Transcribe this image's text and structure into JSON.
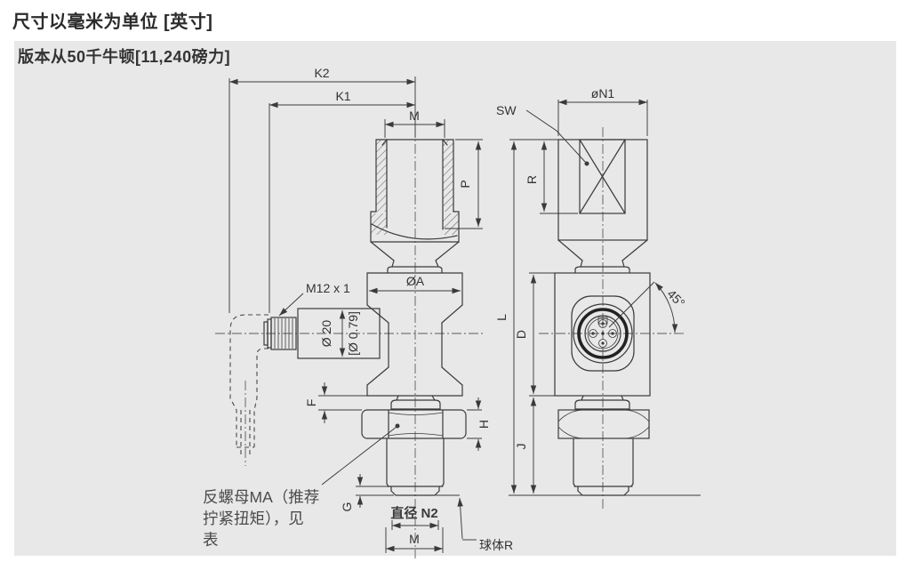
{
  "header": {
    "title": "尺寸以毫米为单位 [英寸]",
    "subtitle": "版本从50千牛顿[11,240磅力]"
  },
  "dims": {
    "k2": "K2",
    "k1": "K1",
    "m_top": "M",
    "sw": "SW",
    "n1": "øN1",
    "p": "P",
    "r": "R",
    "m12_thread": "M12 x 1",
    "dia_a": "ØA",
    "dia_20": "Ø 20",
    "dia_20_inch": "[Ø 0.79]",
    "angle_45": "45°",
    "l": "L",
    "d": "D",
    "f": "F",
    "h": "H",
    "g": "G",
    "j": "J",
    "n2": "直径 N2",
    "m_bottom": "M"
  },
  "notes": {
    "locknut_line1": "反螺母MA（推荐",
    "locknut_line2": "拧紧扭矩），见",
    "locknut_line3": "表",
    "sphere": "球体R"
  },
  "colors": {
    "line": "#3a3a3a",
    "panel_bg": "#e8e8e8",
    "page_bg": "#ffffff",
    "text": "#2d2d2d"
  }
}
